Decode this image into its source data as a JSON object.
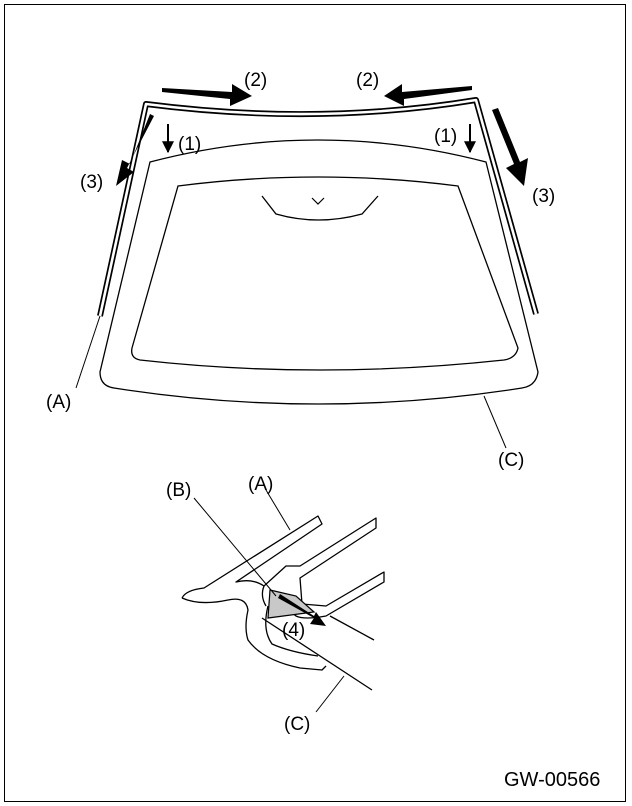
{
  "diagram": {
    "labels": {
      "step1": "(1)",
      "step2": "(2)",
      "step3": "(3)",
      "step4": "(4)",
      "part_a": "(A)",
      "part_b": "(B)",
      "part_c": "(C)"
    },
    "figure_code": "GW-00566",
    "colors": {
      "line": "#000000",
      "fill_gray": "#c8c8c8",
      "background": "#ffffff"
    }
  }
}
